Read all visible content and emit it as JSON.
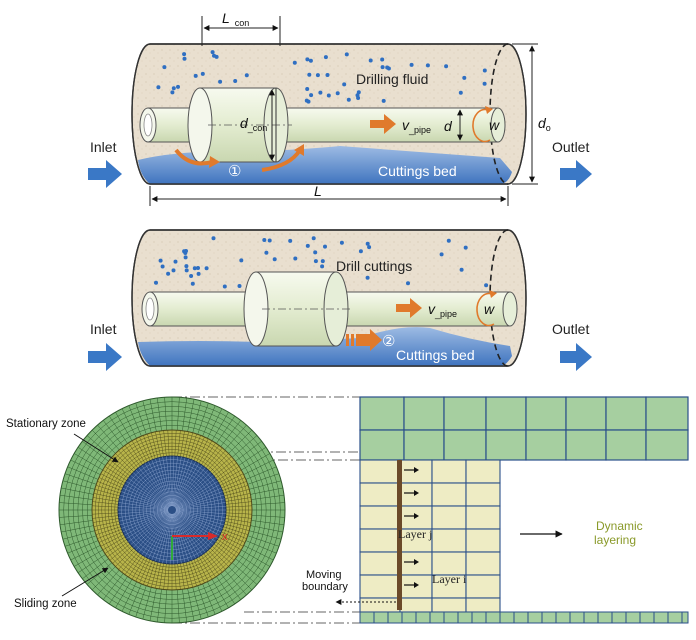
{
  "panel_top": {
    "inlet": "Inlet",
    "outlet": "Outlet",
    "l_con": {
      "main": "L",
      "sub": "_con"
    },
    "d_con": {
      "main": "d",
      "sub": "_con"
    },
    "v_pipe": {
      "main": "v",
      "sub": "_pipe"
    },
    "d": "d",
    "w": "w",
    "d_o": {
      "main": "d",
      "sub": "o"
    },
    "drilling_fluid": "Drilling fluid",
    "cuttings_bed": "Cuttings bed",
    "marker": "①",
    "length": "L"
  },
  "panel_middle": {
    "inlet": "Inlet",
    "outlet": "Outlet",
    "drill_cuttings": "Drill cuttings",
    "v_pipe": {
      "main": "v",
      "sub": "_pipe"
    },
    "w": "w",
    "cuttings_bed": "Cuttings bed",
    "marker": "②"
  },
  "panel_bottom": {
    "stationary_zone": "Stationary zone",
    "sliding_zone": "Sliding zone",
    "moving_boundary_line1": "Moving",
    "moving_boundary_line2": "boundary",
    "layer_j": "Layer j",
    "layer_i": "Layer i",
    "dynamic_line1": "Dynamic",
    "dynamic_line2": "layering",
    "x_axis": "x"
  },
  "colors": {
    "arrow_blue": "#3a78c6",
    "fluid_beige": "#e8ded0",
    "bed_blue": "#4a7fc4",
    "pipe_fill": "#eef3e2",
    "orange": "#e07a2c",
    "mesh_green": "#7fb878",
    "mesh_yellow": "#b8b44a",
    "mesh_blue": "#2b4f86",
    "grid_green": "#a6cfa0",
    "grid_yellow": "#eeecc4",
    "grid_line": "#2a4f8a",
    "dynamic_text": "#8a9a2a"
  }
}
